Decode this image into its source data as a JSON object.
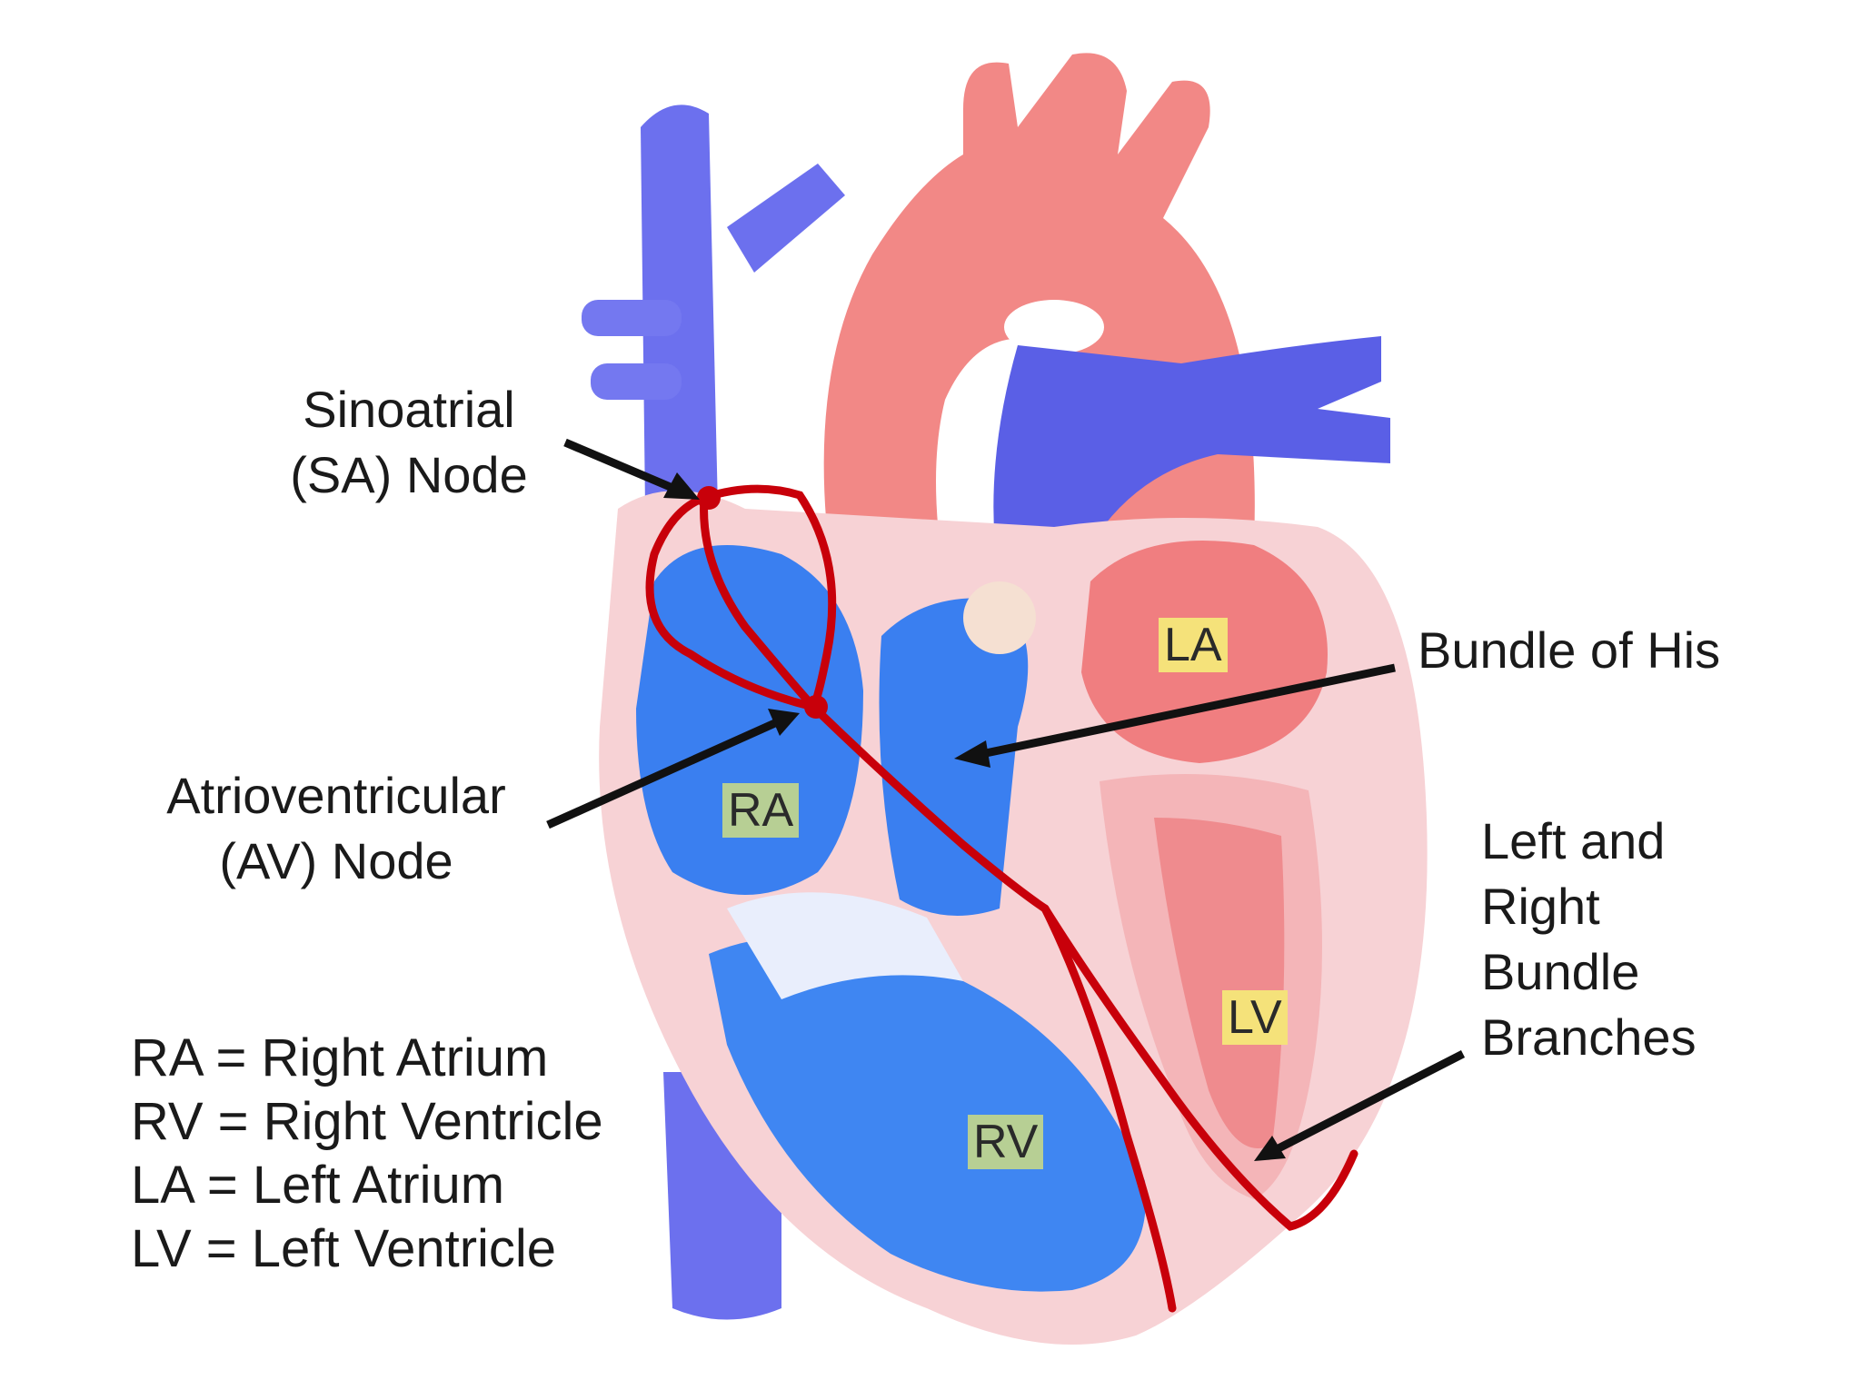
{
  "labels": {
    "sa_line1": "Sinoatrial",
    "sa_line2": "(SA) Node",
    "av_line1": "Atrioventricular",
    "av_line2": "(AV) Node",
    "bundle_his": "Bundle of His",
    "branches_line1": "Left and",
    "branches_line2": "Right",
    "branches_line3": "Bundle",
    "branches_line4": "Branches"
  },
  "chambers": {
    "ra": "RA",
    "rv": "RV",
    "la": "LA",
    "lv": "LV"
  },
  "legend": [
    "RA = Right Atrium",
    "RV = Right Ventricle",
    "LA = Left Atrium",
    "LV = Left Ventricle"
  ],
  "colors": {
    "vein_blue": "#6a6ef0",
    "artery_red": "#f28a8a",
    "wall_pink": "#f7d3d6",
    "chamber_blue": "#3a7ff0",
    "conduction_red": "#c8000a",
    "tag_green": "#b7cf94",
    "tag_yellow": "#f5e27a"
  }
}
